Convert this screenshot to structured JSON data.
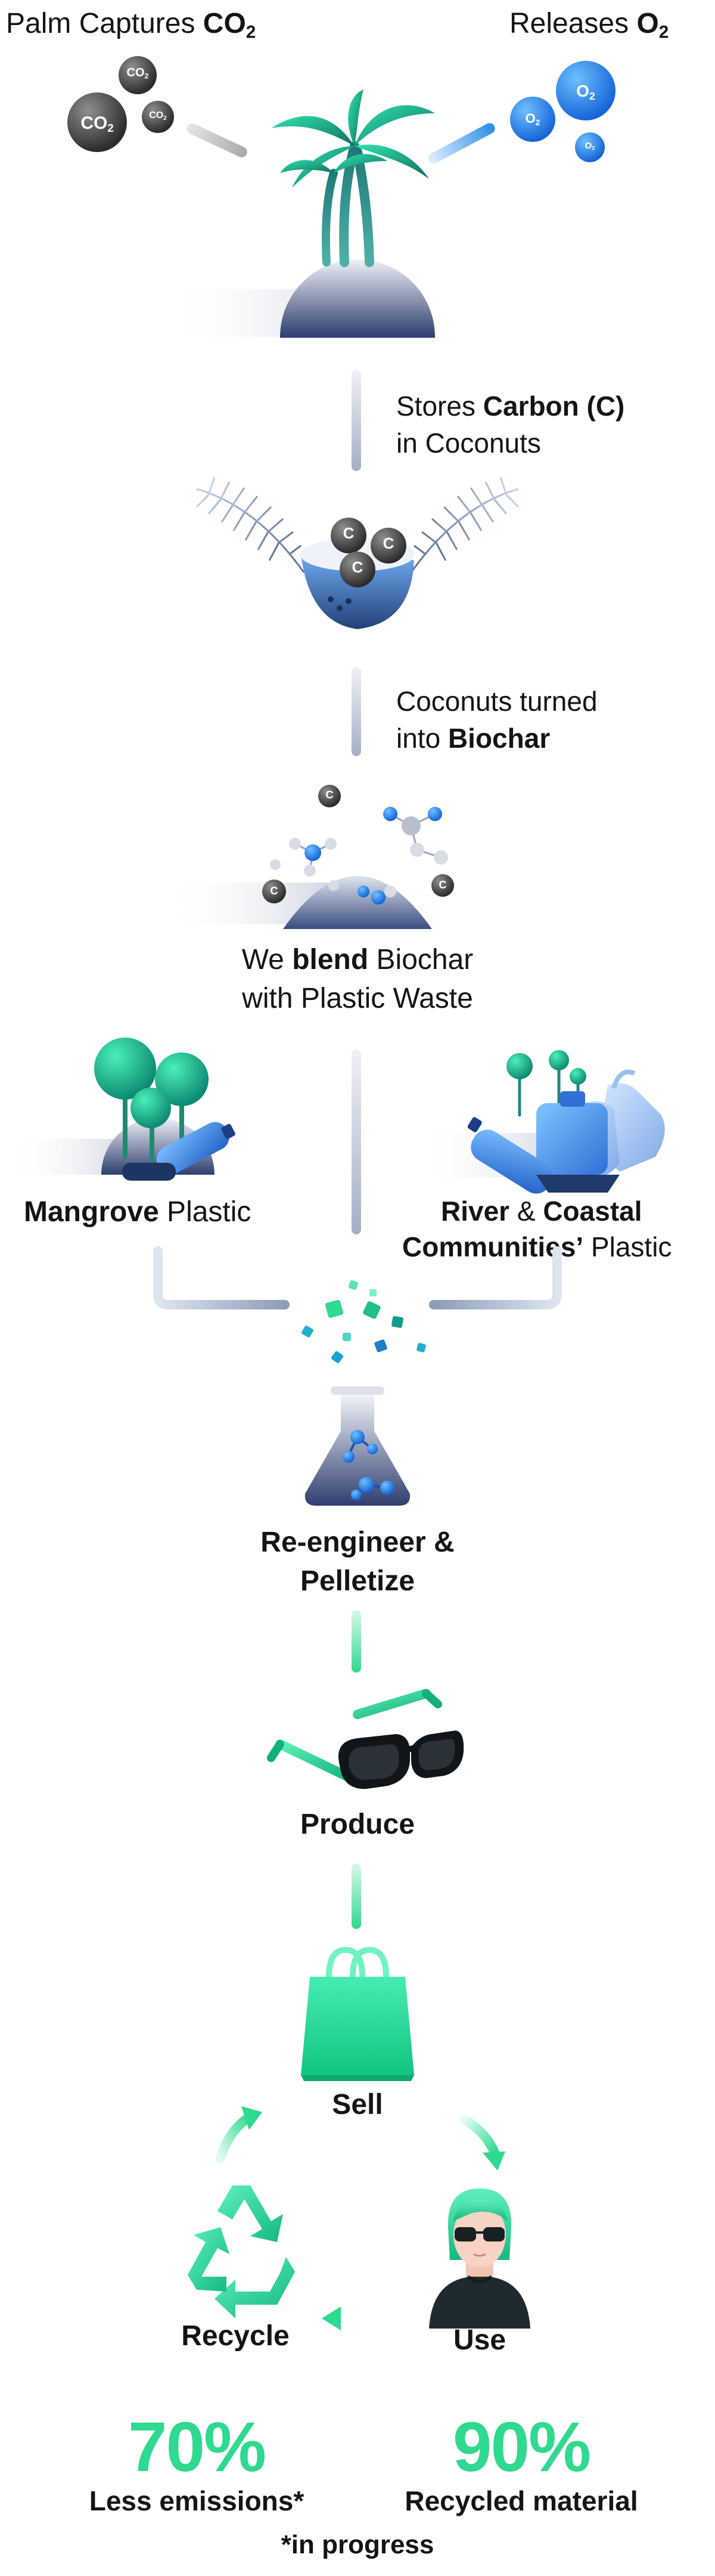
{
  "steps": {
    "palm_captures": {
      "pre": "Palm Captures ",
      "bold": "CO",
      "sub": "2"
    },
    "releases": {
      "pre": "Releases ",
      "bold": "O",
      "sub": "2"
    },
    "molecule_co2": "CO",
    "molecule_co2_sub": "2",
    "molecule_o2": "O",
    "molecule_o2_sub": "2",
    "stores_line1_pre": "Stores ",
    "stores_line1_bold": "Carbon (C)",
    "stores_line2": "in Coconuts",
    "carbon_symbol": "C",
    "coconuts_line1": "Coconuts turned",
    "coconuts_line2_pre": "into ",
    "coconuts_line2_bold": "Biochar",
    "blend_line1_pre": "We ",
    "blend_line1_bold": "blend",
    "blend_line1_post": " Biochar",
    "blend_line2": "with Plastic Waste",
    "mangrove_bold": "Mangrove",
    "mangrove_post": " Plastic",
    "river_line1_bold1": "River",
    "river_line1_mid": " & ",
    "river_line1_bold2": "Coastal",
    "river_line2_bold": "Communities’",
    "river_line2_post": " Plastic",
    "reengineer_line1": "Re-engineer &",
    "reengineer_line2": "Pelletize",
    "produce": "Produce",
    "sell": "Sell",
    "use": "Use",
    "recycle": "Recycle"
  },
  "stats": [
    {
      "value": "70%",
      "label": "Less emissions*"
    },
    {
      "value": "90%",
      "label": "Recycled material"
    }
  ],
  "footnote": "*in progress",
  "colors": {
    "accent_green": "#2fd98f",
    "navy": "#2c3c6a",
    "steel": "#8c9bb8",
    "blue": "#2a8ce8",
    "dark": "#151515"
  }
}
